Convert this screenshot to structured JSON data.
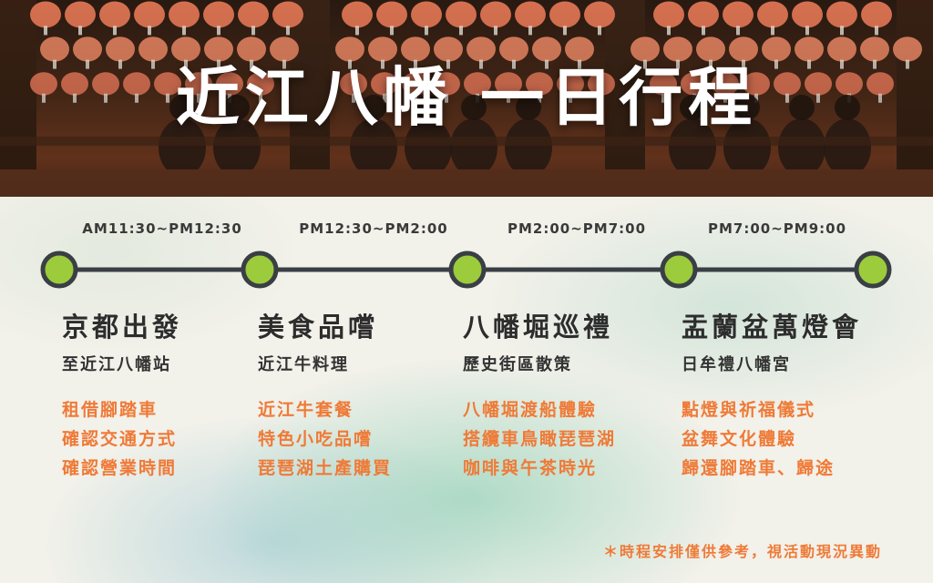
{
  "hero": {
    "title": "近江八幡 一日行程"
  },
  "colors": {
    "accent": "#ef7a37",
    "node_fill": "#9ccc3c",
    "line": "#3a3f45",
    "text_dark": "#2d2d2d"
  },
  "timeline": {
    "slots": [
      {
        "time": "AM11:30~PM12:30",
        "title": "京都出發",
        "subtitle": "至近江八幡站",
        "items": [
          "租借腳踏車",
          "確認交通方式",
          "確認營業時間"
        ]
      },
      {
        "time": "PM12:30~PM2:00",
        "title": "美食品嚐",
        "subtitle": "近江牛料理",
        "items": [
          "近江牛套餐",
          "特色小吃品嚐",
          "琵琶湖土產購買"
        ]
      },
      {
        "time": "PM2:00~PM7:00",
        "title": "八幡堀巡禮",
        "subtitle": "歷史街區散策",
        "items": [
          "八幡堀渡船體驗",
          "搭纜車鳥瞰琵琶湖",
          "咖啡與午茶時光"
        ]
      },
      {
        "time": "PM7:00~PM9:00",
        "title": "盂蘭盆萬燈會",
        "subtitle": "日牟禮八幡宮",
        "items": [
          "點燈與祈福儀式",
          "盆舞文化體驗",
          "歸還腳踏車、歸途"
        ]
      }
    ]
  },
  "note": "＊時程安排僅供參考，視活動現況異動"
}
